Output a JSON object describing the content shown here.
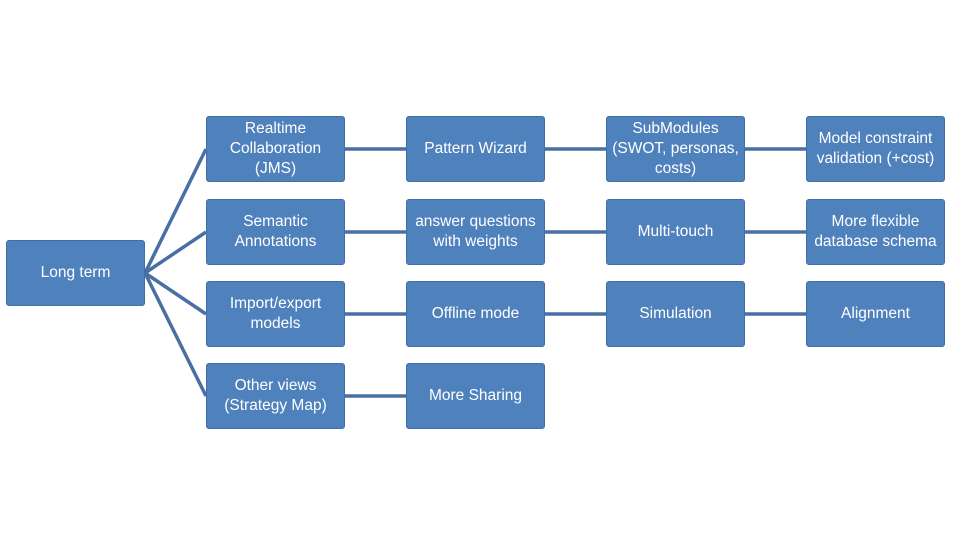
{
  "diagram": {
    "root": {
      "label": "Long term"
    },
    "rows": [
      {
        "branch": "Realtime\nCollaboration\n(JMS)",
        "chain": [
          "Pattern Wizard",
          "SubModules\n(SWOT, personas,\ncosts)",
          "Model constraint\nvalidation (+cost)"
        ]
      },
      {
        "branch": "Semantic\nAnnotations",
        "chain": [
          "answer questions\nwith weights",
          "Multi-touch",
          "More flexible\ndatabase schema"
        ]
      },
      {
        "branch": "Import/export\nmodels",
        "chain": [
          "Offline mode",
          "Simulation",
          "Alignment"
        ]
      },
      {
        "branch": "Other views\n(Strategy Map)",
        "chain": [
          "More Sharing"
        ]
      }
    ],
    "colors": {
      "node_fill": "#4f81bd",
      "node_border": "#3f6fa8",
      "connector": "#4a6fa5",
      "text": "#ffffff"
    }
  }
}
